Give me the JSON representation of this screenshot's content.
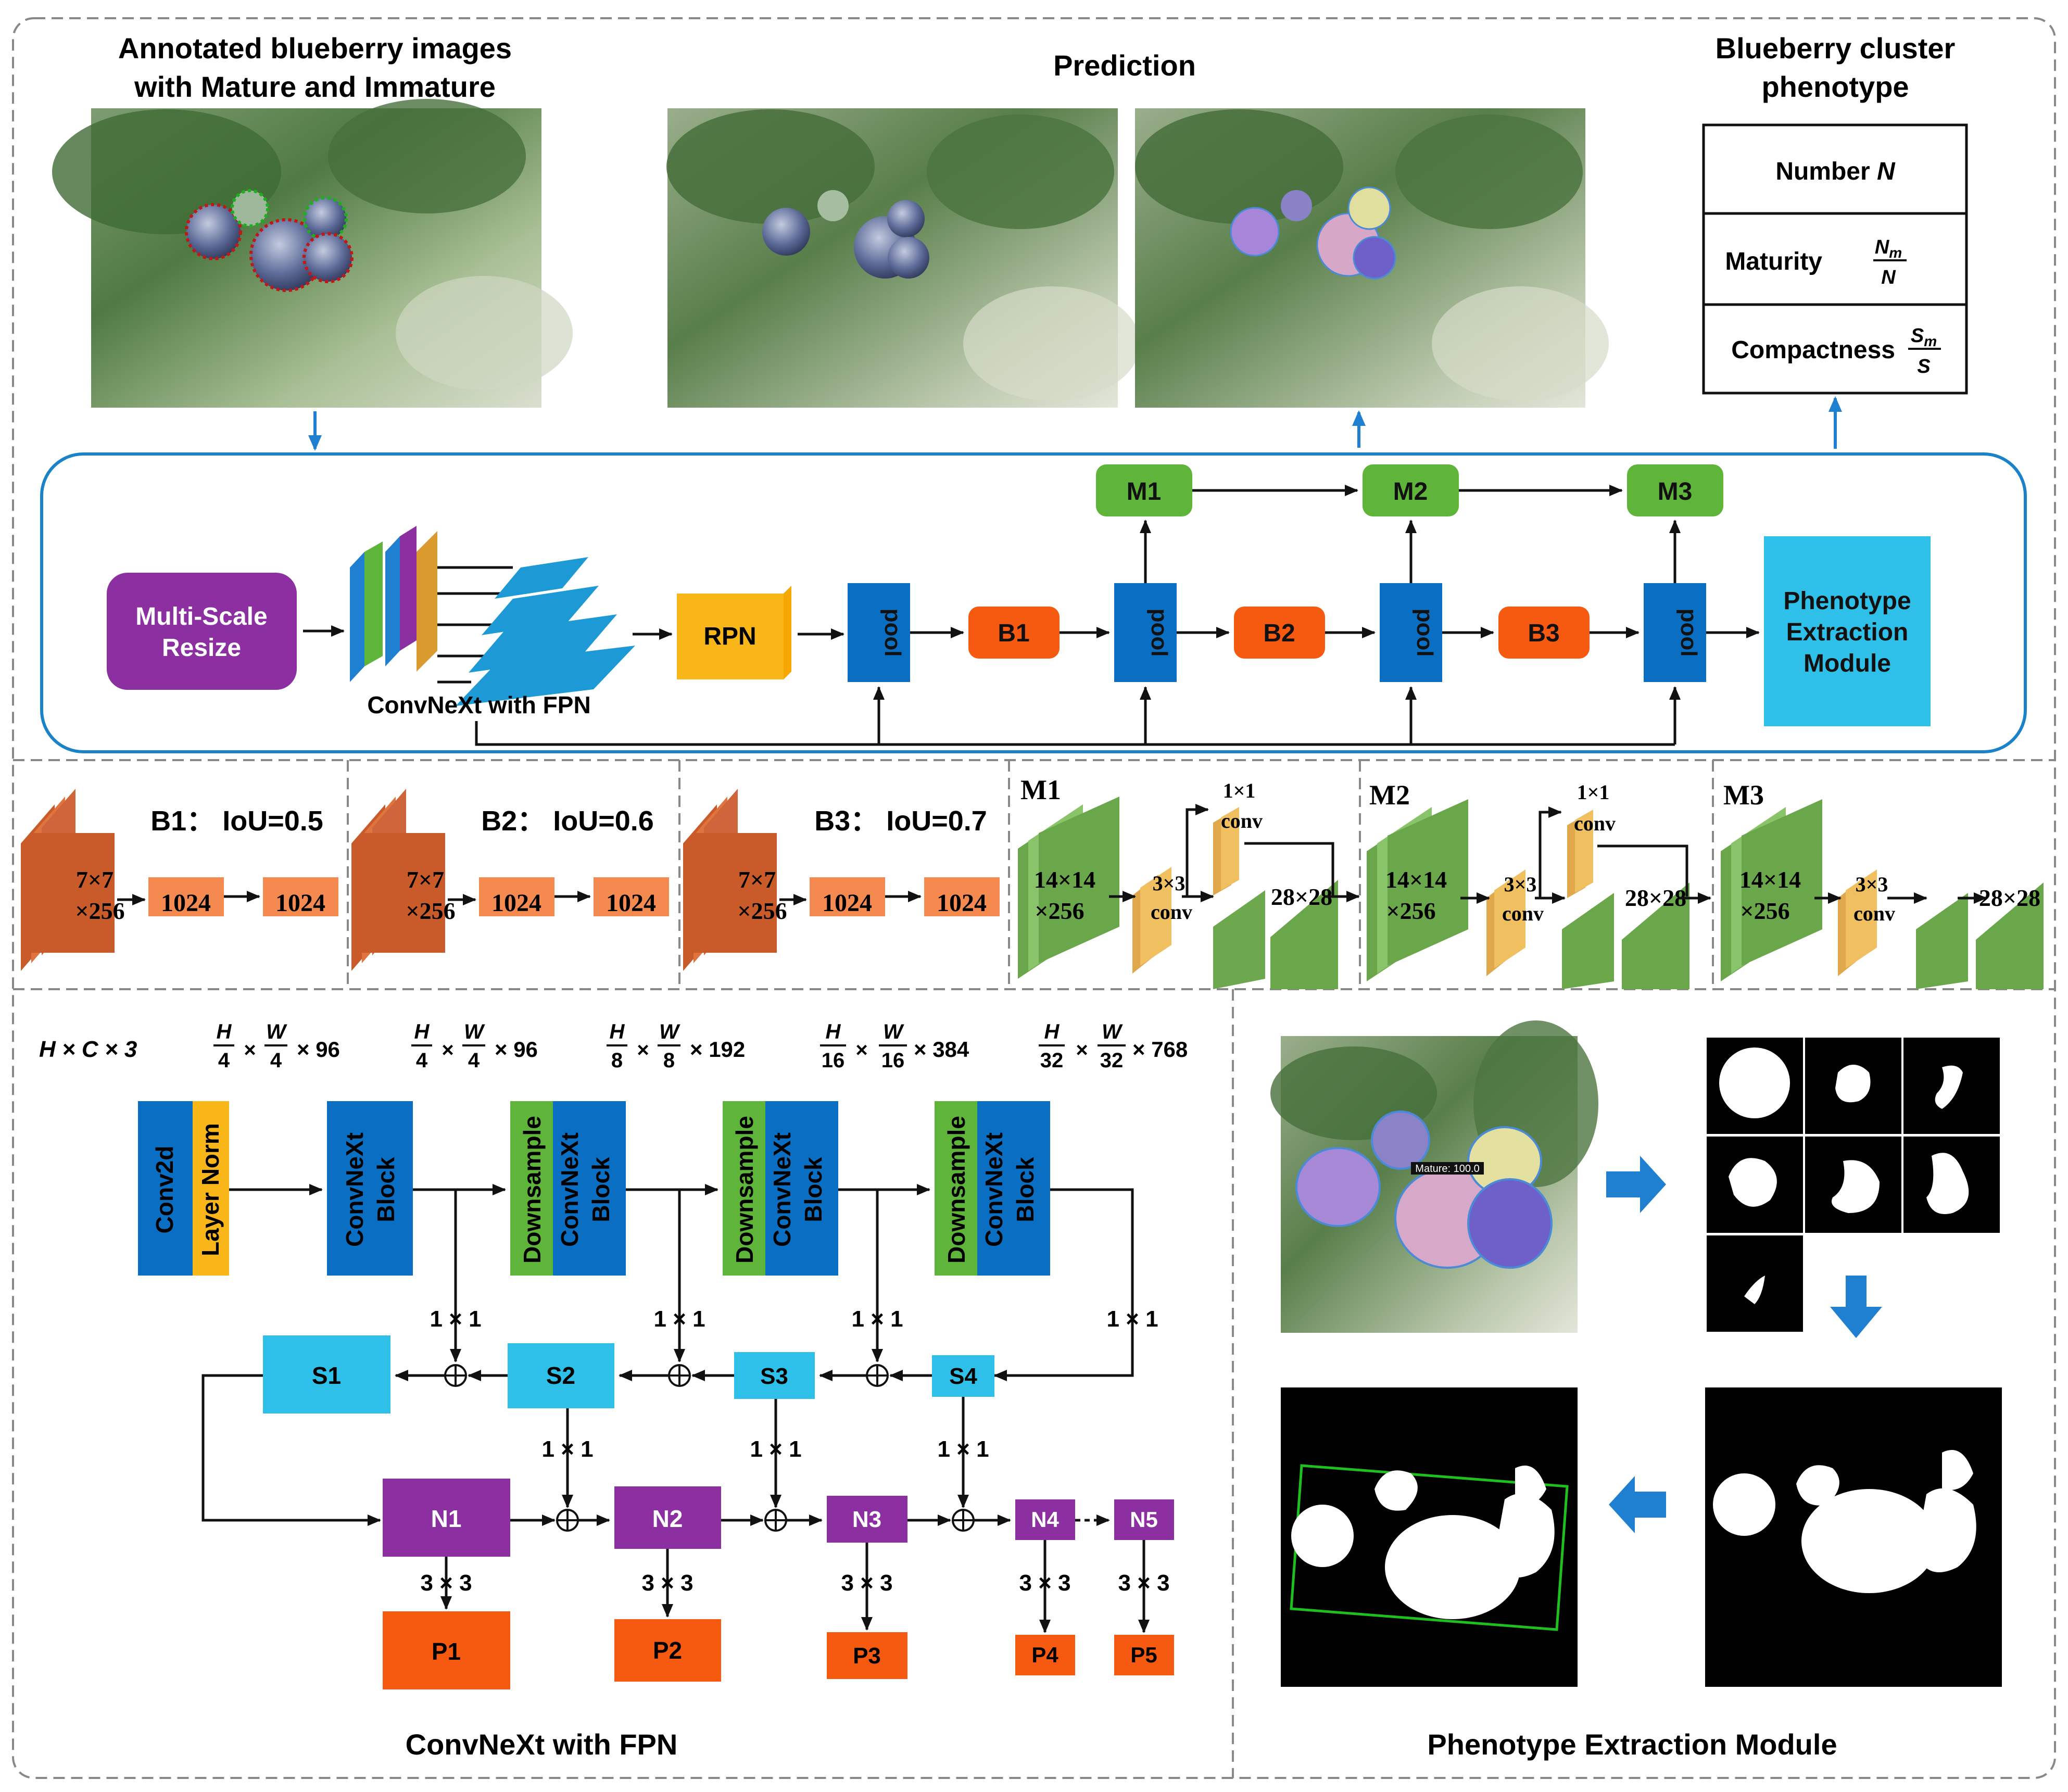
{
  "top": {
    "annotated_title_1": "Annotated blueberry images",
    "annotated_title_2": "with Mature and Immature",
    "prediction_title": "Prediction",
    "phenotype_title_1": "Blueberry cluster",
    "phenotype_title_2": "phenotype",
    "number_label": "Number",
    "number_var": "N",
    "maturity_label": "Maturity",
    "maturity_num": "N",
    "maturity_num_sub": "m",
    "maturity_den": "N",
    "compactness_label": "Compactness",
    "compactness_num": "S",
    "compactness_num_sub": "m",
    "compactness_den": "S"
  },
  "pipeline": {
    "resize_1": "Multi-Scale",
    "resize_2": "Resize",
    "backbone_caption": "ConvNeXt with FPN",
    "rpn": "RPN",
    "pool": "pool",
    "b1": "B1",
    "b2": "B2",
    "b3": "B3",
    "m1": "M1",
    "m2": "M2",
    "m3": "M3",
    "pem_1": "Phenotype",
    "pem_2": "Extraction",
    "pem_3": "Module"
  },
  "heads": {
    "b1_title": "B1： IoU=0.5",
    "b2_title": "B2： IoU=0.6",
    "b3_title": "B3： IoU=0.7",
    "b_in_1": "7×7",
    "b_in_2": "×256",
    "fc": "1024",
    "m1_title": "M1",
    "m2_title": "M2",
    "m3_title": "M3",
    "m_in_1": "14×14",
    "m_in_2": "×256",
    "conv3_1": "3×3",
    "conv3_2": "conv",
    "conv1_1": "1×1",
    "conv1_2": "conv",
    "m_out": "28×28"
  },
  "fpn": {
    "dim0": "H × C × 3",
    "dim_h": "H",
    "dim_w": "W",
    "d4": "4",
    "d8": "8",
    "d16": "16",
    "d32": "32",
    "c96": "× 96",
    "c192": "× 192",
    "c384": "× 384",
    "c768": "× 768",
    "times": "×",
    "conv2d": "Conv2d",
    "layernorm": "Layer Norm",
    "convnext_1": "ConvNeXt",
    "convnext_2": "Block",
    "downsample": "Downsample",
    "k1": "1 × 1",
    "k3": "3 × 3",
    "s": [
      "S1",
      "S2",
      "S3",
      "S4"
    ],
    "n": [
      "N1",
      "N2",
      "N3",
      "N4",
      "N5"
    ],
    "p": [
      "P1",
      "P2",
      "P3",
      "P4",
      "P5"
    ],
    "caption": "ConvNeXt with FPN"
  },
  "pem": {
    "caption": "Phenotype Extraction Module",
    "detect_label": "Mature: 100.0"
  },
  "colors": {
    "blue_box": "#0a6ec2",
    "cyan_box": "#2ec0e8",
    "orange_box": "#f55a10",
    "green_box": "#5fb53a",
    "purple_box": "#8c2fa0",
    "yellow_box": "#f9b618",
    "frame_blue": "#1a82c8",
    "arrow_blue": "#1f7fd0"
  }
}
